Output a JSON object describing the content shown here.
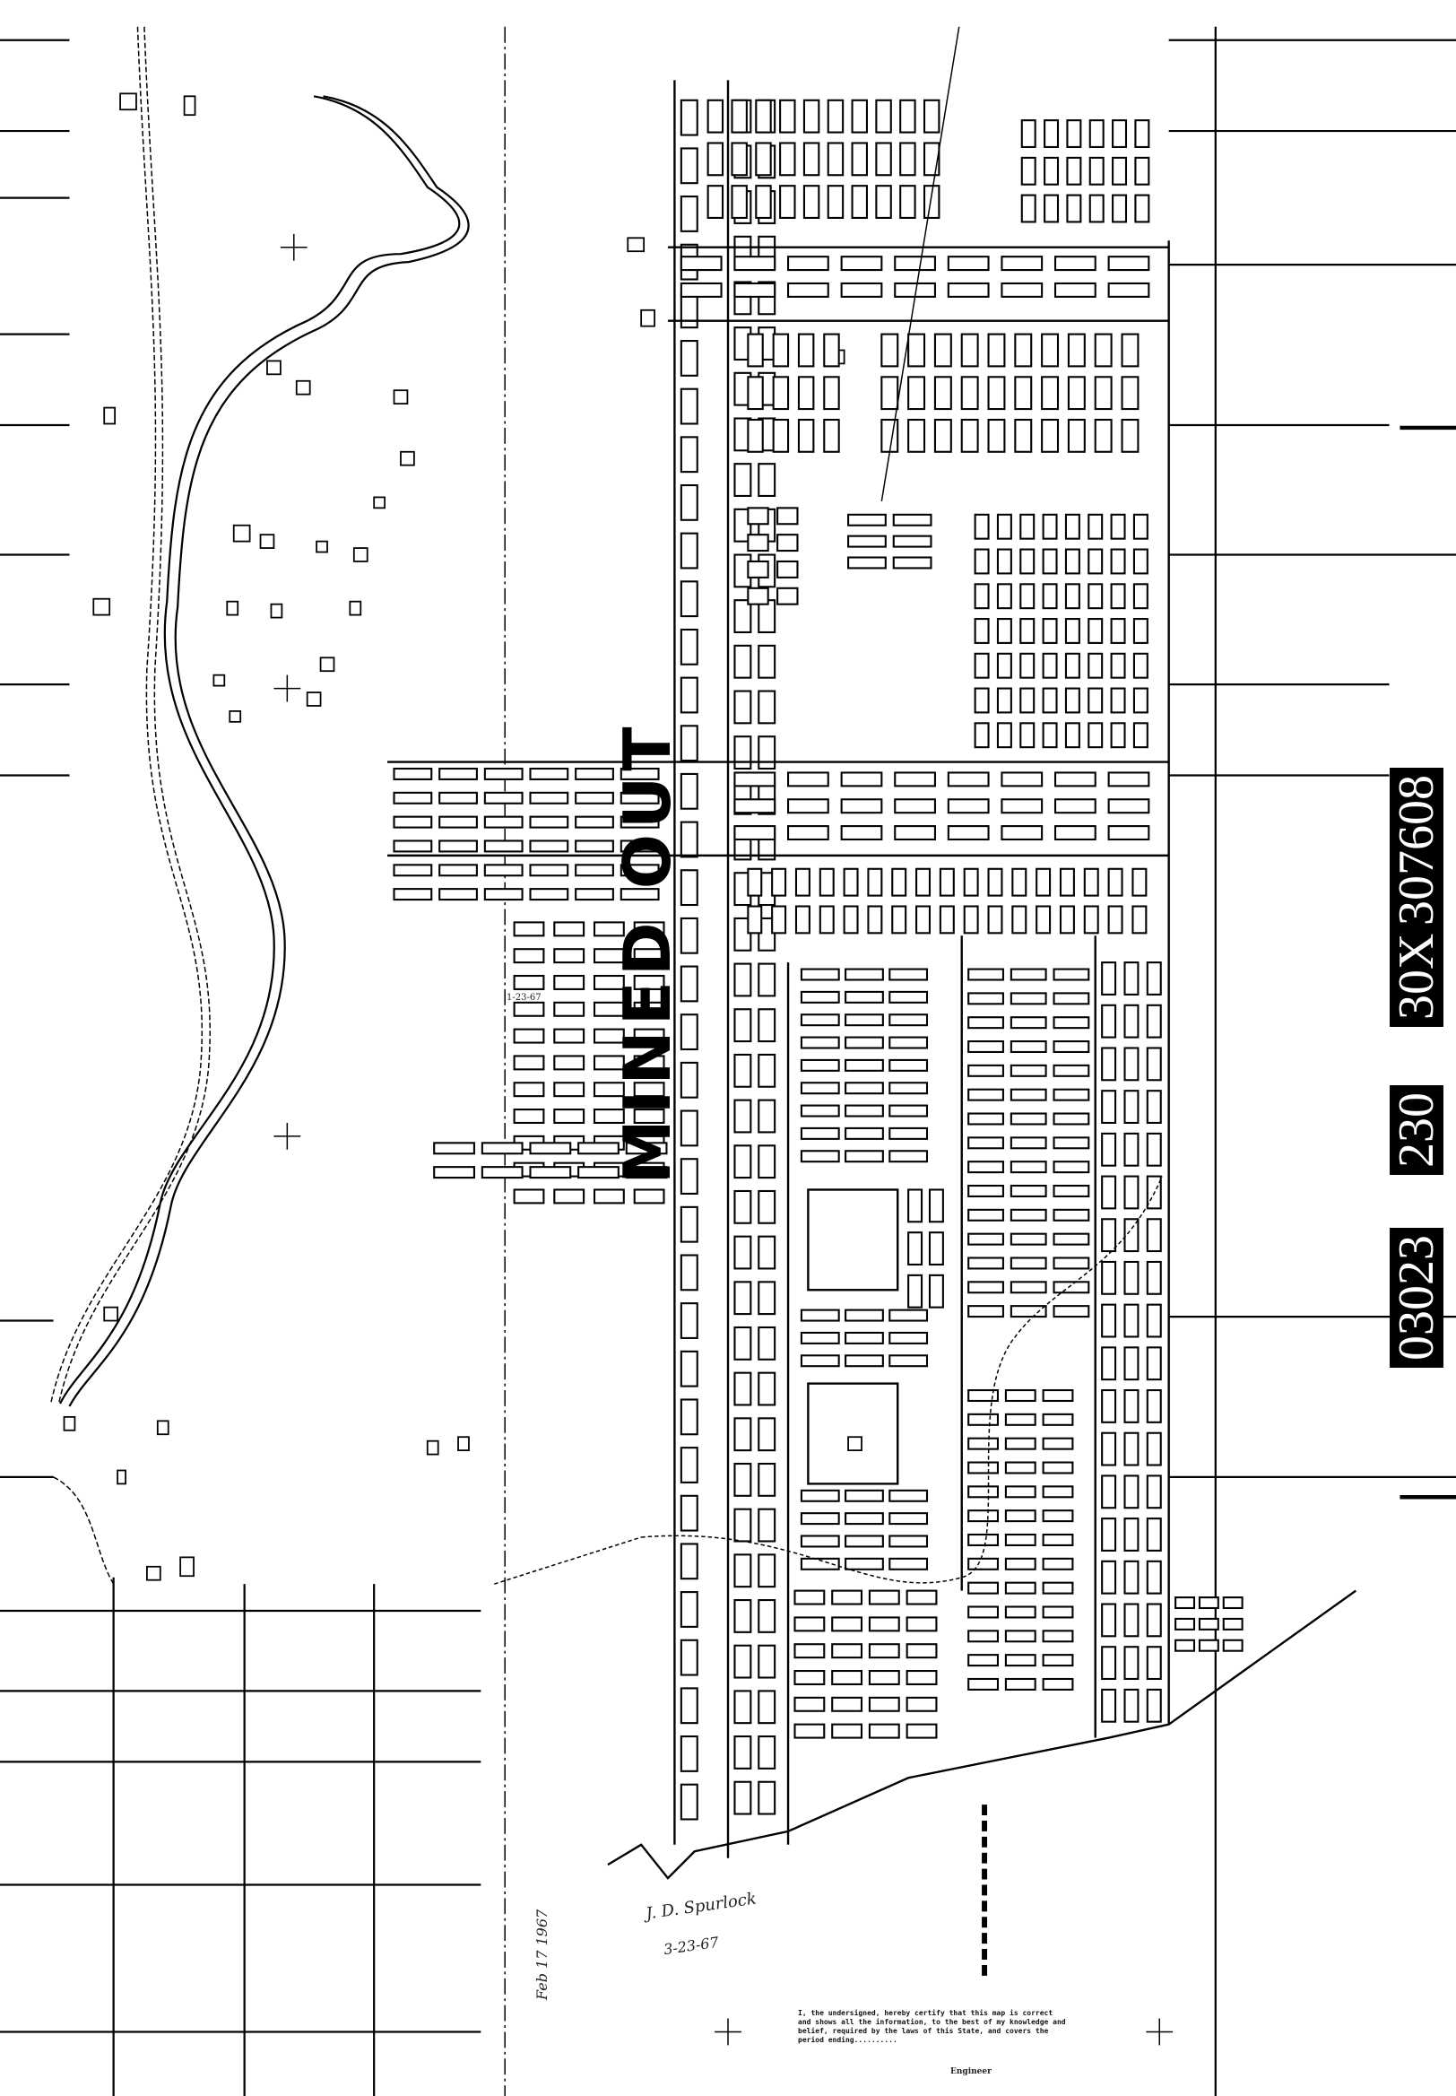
{
  "map": {
    "title_annotation": "MINED OUT",
    "film_labels": [
      "03023",
      "230",
      "30X",
      "307608"
    ],
    "certification": "I, the undersigned, hereby certify that this map is correct and shows all the information, to the best of my knowledge and belief, required by the laws of this State, and covers the period ending..........",
    "certification_signer": "Engineer",
    "signature": "J. D. Spurlock",
    "signature_date": "3-23-67",
    "side_note": "Feb 17 1967",
    "survey_date": "1-23-67",
    "ink_color": "#000000",
    "paper_color": "#ffffff"
  }
}
